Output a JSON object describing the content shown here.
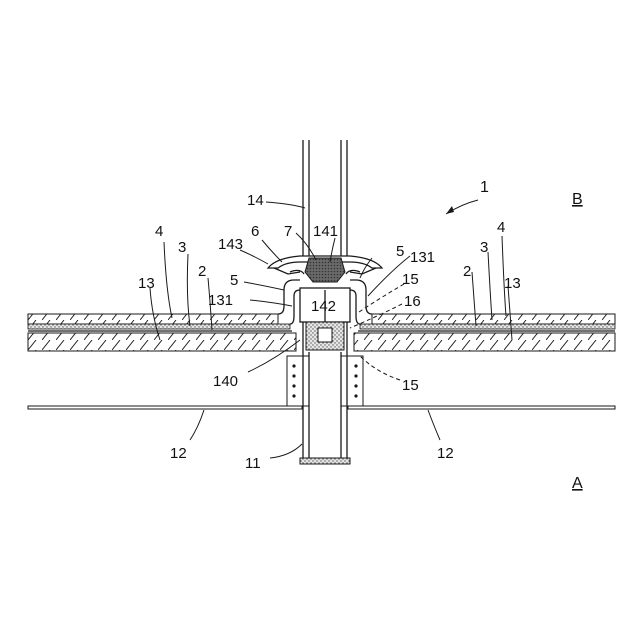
{
  "labels": {
    "l1": "1",
    "B": "B",
    "A": "A",
    "l14": "14",
    "l7": "7",
    "l141": "141",
    "l143": "143",
    "l6": "6",
    "l4_left": "4",
    "l3_left": "3",
    "l2_left": "2",
    "l13_left": "13",
    "l5_left": "5",
    "l131_left": "131",
    "l142": "142",
    "l5_right": "5",
    "l131_right": "131",
    "l15_top": "15",
    "l16": "16",
    "l2_right": "2",
    "l3_right": "3",
    "l4_right": "4",
    "l13_right": "13",
    "l140": "140",
    "l15_bottom": "15",
    "l12_left": "12",
    "l11": "11",
    "l12_right": "12"
  }
}
